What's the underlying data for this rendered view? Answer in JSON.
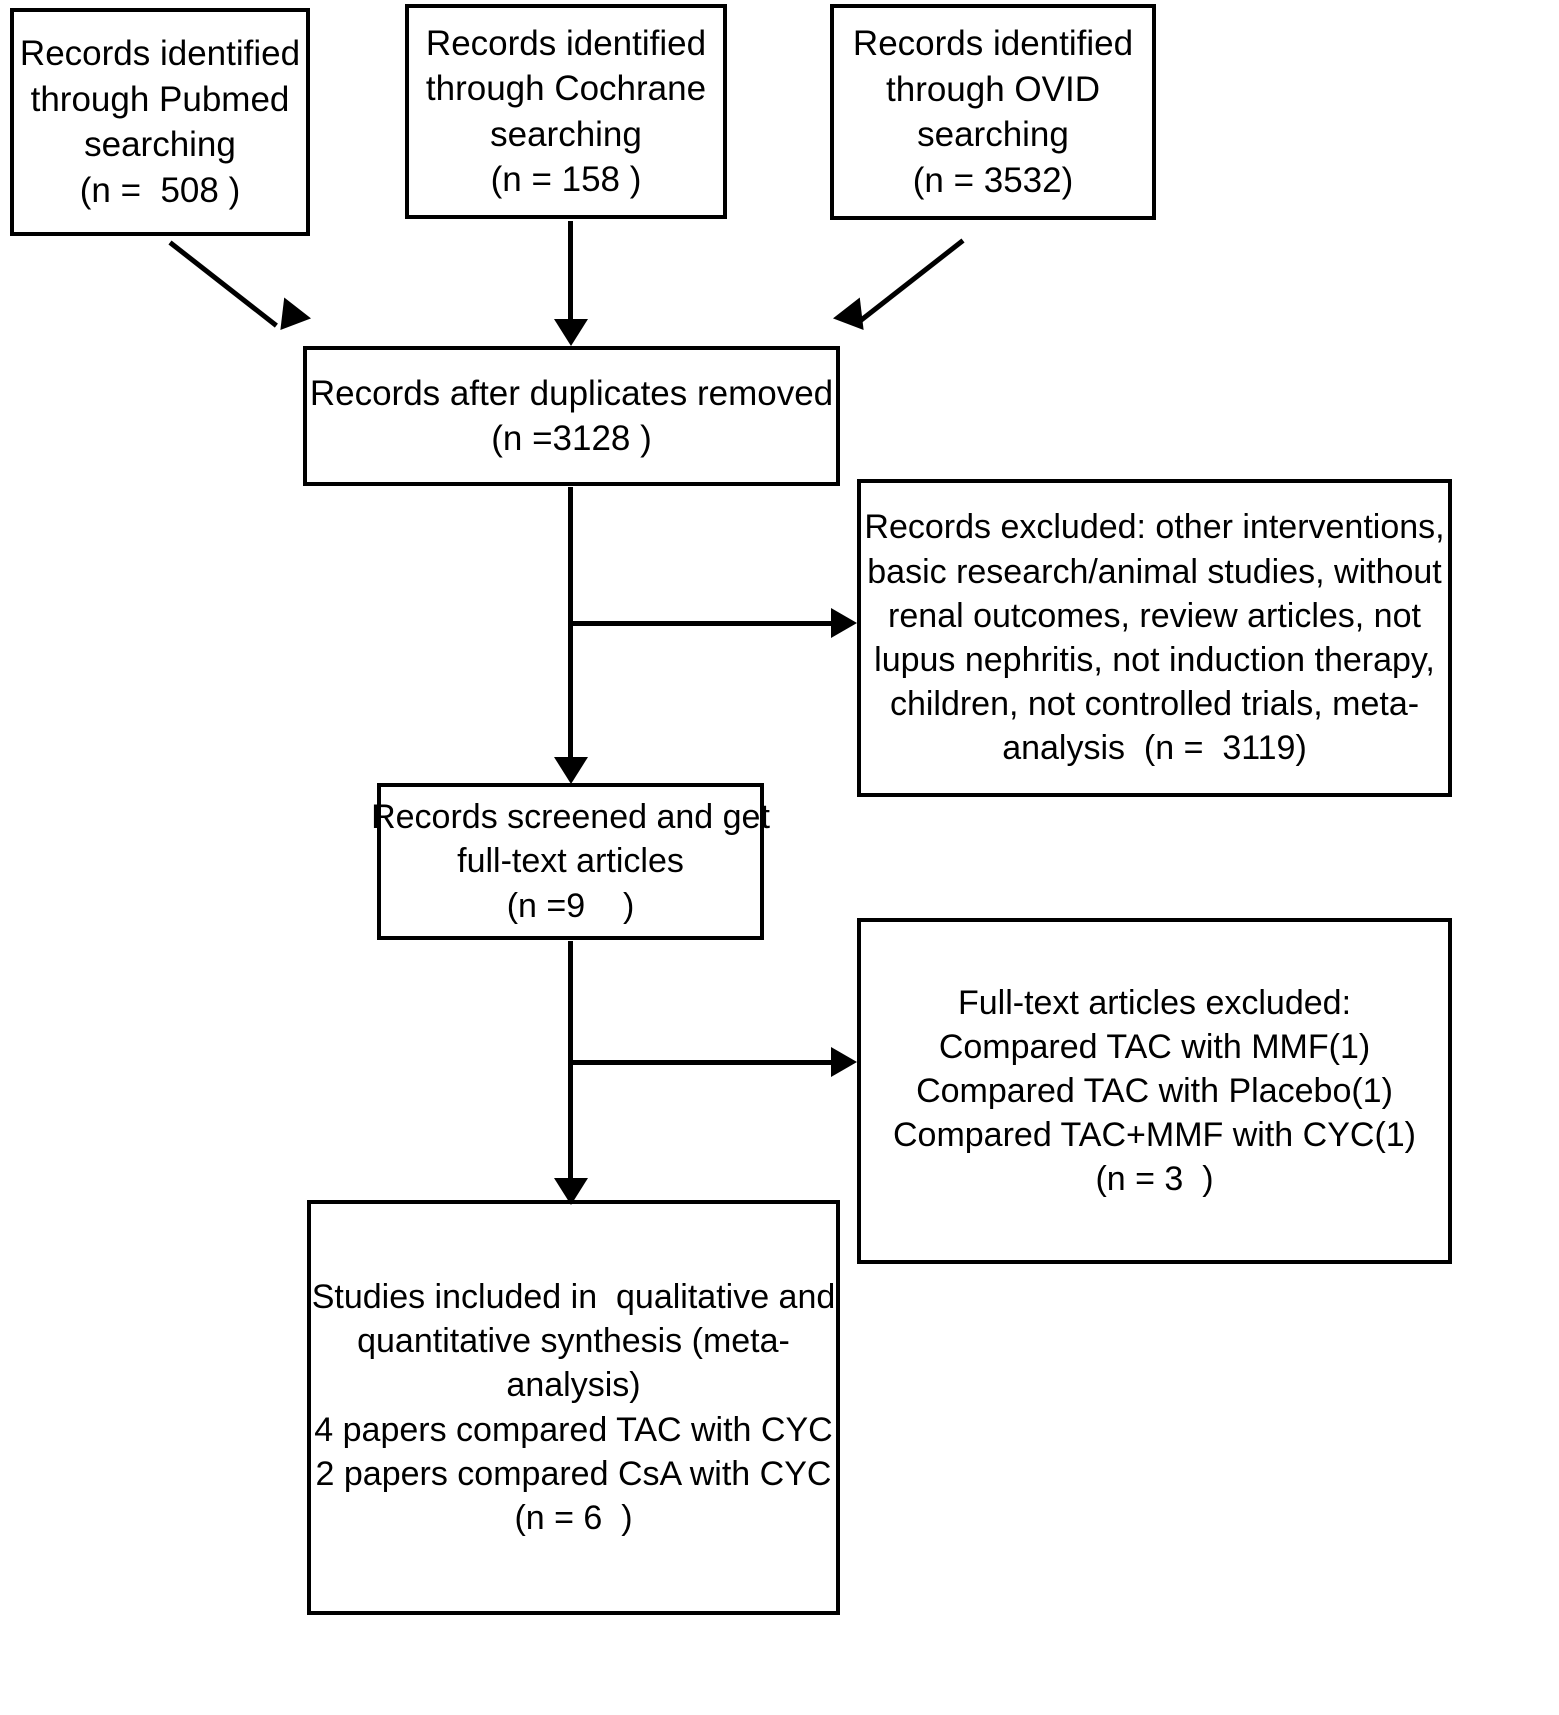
{
  "diagram": {
    "type": "prisma-flow-diagram",
    "title": "",
    "boxes": {
      "pubmed": {
        "lines": [
          "Records identified",
          "through Pubmed",
          "searching",
          "(n =  508 )"
        ],
        "count": 508,
        "source": "Pubmed"
      },
      "cochrane": {
        "lines": [
          "Records identified",
          "through Cochrane",
          "searching",
          "(n = 158 )"
        ],
        "count": 158,
        "source": "Cochrane"
      },
      "ovid": {
        "lines": [
          "Records identified",
          "through OVID",
          "searching",
          "(n = 3532)"
        ],
        "count": 3532,
        "source": "OVID"
      },
      "dedup": {
        "lines": [
          "Records after duplicates removed",
          "(n =3128 )"
        ],
        "count": 3128
      },
      "excluded_records": {
        "lines": [
          "Records excluded: other interventions,",
          "basic research/animal studies, without",
          "renal outcomes, review articles, not",
          "lupus nephritis, not induction therapy,",
          "children, not controlled trials, meta-",
          "analysis  (n =  3119)"
        ],
        "count": 3119
      },
      "screened": {
        "lines": [
          "Records screened and get",
          "full-text articles",
          "(n =9    )"
        ],
        "count": 9
      },
      "excluded_fulltext": {
        "lines": [
          "Full-text articles excluded:",
          "Compared TAC with MMF(1)",
          "Compared TAC with Placebo(1)",
          "Compared TAC+MMF with CYC(1)",
          "(n = 3  )"
        ],
        "count": 3
      },
      "included": {
        "lines": [
          "Studies included in  qualitative and",
          "quantitative synthesis (meta-",
          "analysis)",
          "4 papers compared TAC with CYC",
          "2 papers compared CsA with CYC",
          "(n = 6  )"
        ],
        "count": 6
      }
    },
    "colors": {
      "stroke": "#000000",
      "fill": "#ffffff",
      "text": "#000000"
    }
  }
}
